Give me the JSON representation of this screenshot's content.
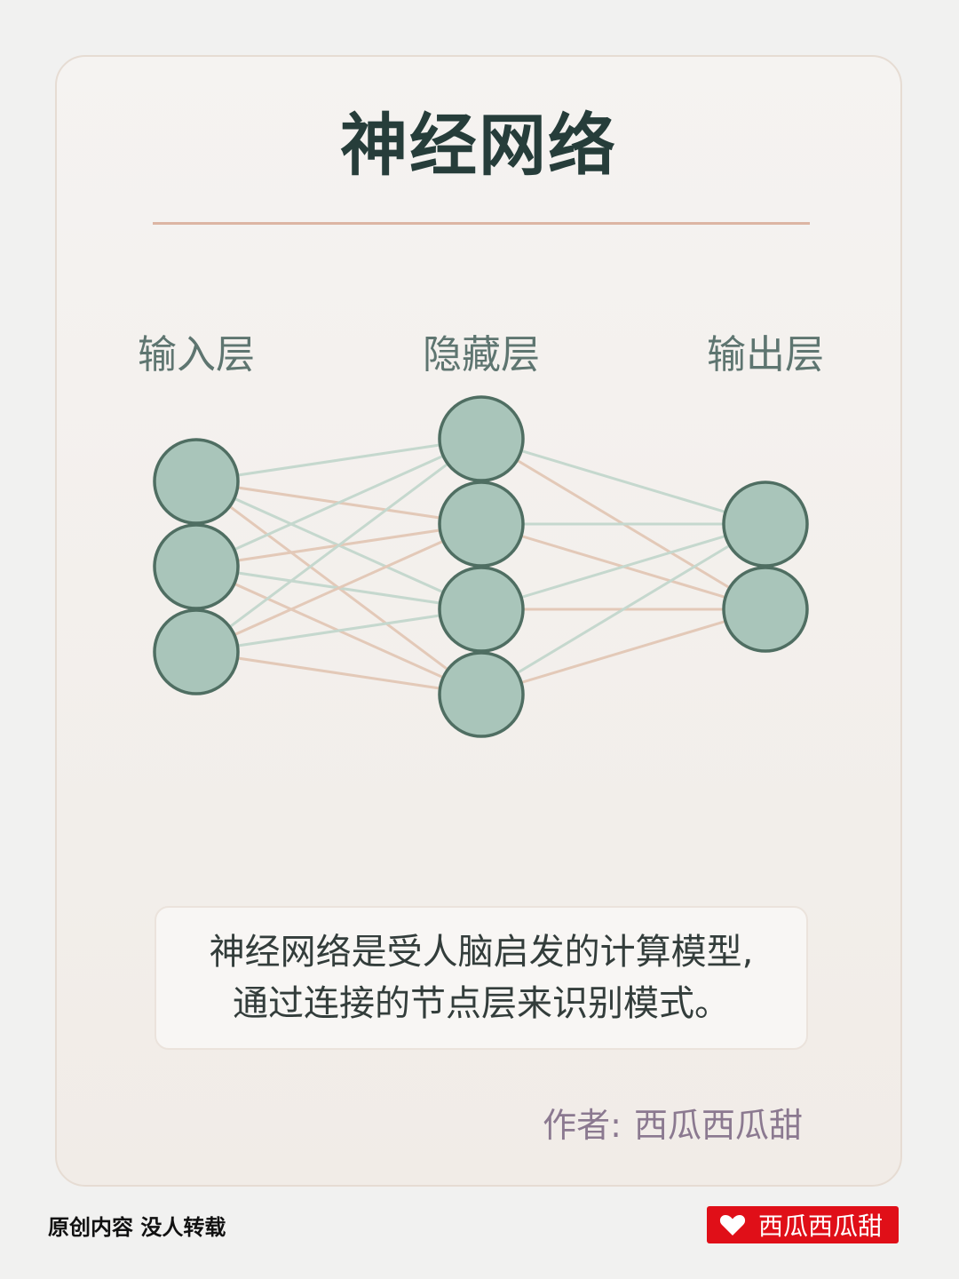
{
  "card": {
    "title": "神经网络",
    "description_lines": [
      "神经网络是受人脑启发的计算模型,",
      "通过连接的节点层来识别模式。"
    ],
    "author_label": "作者:",
    "author_name": "西瓜西瓜甜"
  },
  "network": {
    "layers": [
      {
        "label": "输入层",
        "nodes": 3
      },
      {
        "label": "隐藏层",
        "nodes": 4
      },
      {
        "label": "输出层",
        "nodes": 2
      }
    ],
    "colors": {
      "node_fill": "#a9c5ba",
      "node_stroke": "#4f6e62",
      "edge_green": "#c5d8ce",
      "edge_peach": "#e3c9b8"
    }
  },
  "footer": {
    "left_text": "原创内容 没人转载",
    "badge_icon": "heart-icon",
    "badge_text": "西瓜西瓜甜",
    "badge_color": "#e00f18"
  }
}
